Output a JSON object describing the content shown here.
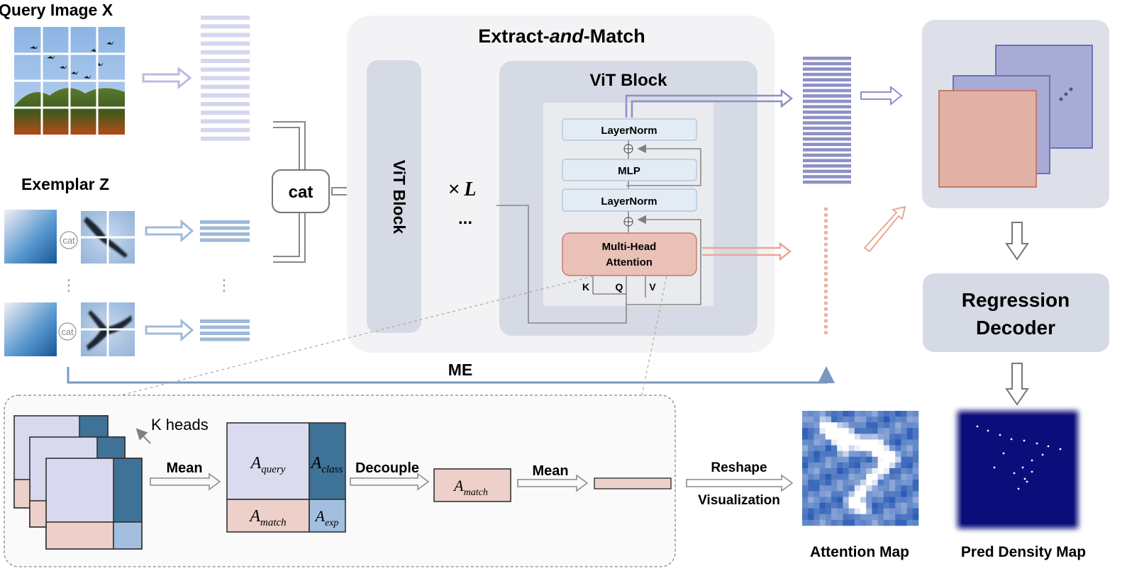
{
  "labels": {
    "query_title": "Query Image X",
    "exemplar_title": "Exemplar Z",
    "cat_small": "cat",
    "cat_box": "cat",
    "extract_prefix": "Extract-",
    "extract_mid": "and",
    "extract_suffix": "-Match",
    "vit_block_vertical": "ViT Block",
    "vit_block_title": "ViT Block",
    "times": "×",
    "times_L": "L",
    "ellipsis": "...",
    "vertical_dots": "⋮",
    "layernorm_top": "LayerNorm",
    "mlp": "MLP",
    "layernorm_bottom": "LayerNorm",
    "mha_line1": "Multi-Head",
    "mha_line2": "Attention",
    "k": "K",
    "q": "Q",
    "v": "V",
    "me": "ME",
    "regression_line1": "Regression",
    "regression_line2": "Decoder",
    "k_heads": "K heads",
    "mean1": "Mean",
    "a_query": "A",
    "a_query_sub": "query",
    "a_class": "A",
    "a_class_sub": "class",
    "a_match": "A",
    "a_match_sub": "match",
    "a_exp": "A",
    "a_exp_sub": "exp",
    "decouple": "Decouple",
    "a_match2": "A",
    "a_match2_sub": "match",
    "mean2": "Mean",
    "reshape": "Reshape",
    "visualization": "Visualization",
    "attention_map": "Attention Map",
    "pred_density_map": "Pred Density Map"
  },
  "colors": {
    "purple": "#8e90c6",
    "purple_light": "#d8d9ee",
    "blue": "#8aa9cc",
    "blue_dark": "#3f7297",
    "pink": "#e9c1b7",
    "pink_border": "#c8796a",
    "panel": "#f3f3f5",
    "vit_panel": "#d5dae4",
    "ln_fill": "#e3ecf5",
    "ln_border": "#a9c0d6",
    "density_bg": "#0a0d7a"
  }
}
